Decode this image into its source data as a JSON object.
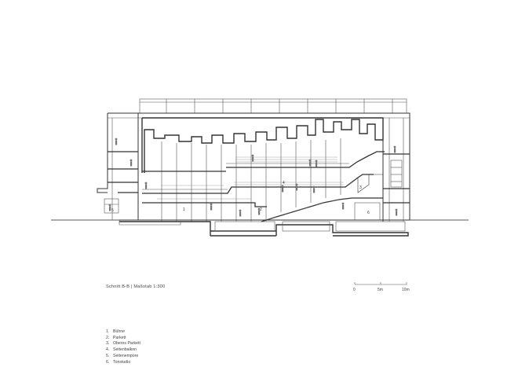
{
  "caption": "Schnitt B-B | Maßstab 1:300",
  "scale_bar": {
    "labels": [
      "0",
      "5m",
      "10m"
    ]
  },
  "room_numbers": [
    "1",
    "2",
    "3",
    "4",
    "5",
    "6"
  ],
  "legend": [
    {
      "num": "1.",
      "label": "Bühne"
    },
    {
      "num": "2.",
      "label": "Parkett"
    },
    {
      "num": "3.",
      "label": "Oberes Parkett"
    },
    {
      "num": "4.",
      "label": "Seitenbalkon"
    },
    {
      "num": "5.",
      "label": "Seitenempore"
    },
    {
      "num": "6.",
      "label": "Tonstudio"
    }
  ]
}
